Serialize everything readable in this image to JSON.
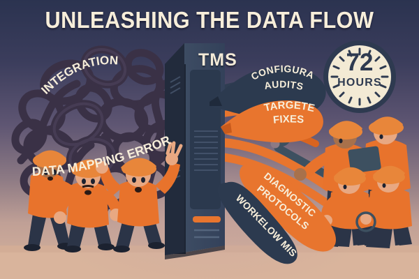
{
  "poster": {
    "title": "UNLEASHING THE DATA FLOW",
    "server_label": "TMS",
    "clock": {
      "number": "72",
      "unit": "HOURS"
    },
    "colors": {
      "title_text": "#f7eeda",
      "sky_top": "#2b3350",
      "sky_mid": "#8d7a84",
      "floor": "#d9b49c",
      "server_body": "#2b3murky",
      "server_dark": "#232b3d",
      "server_face": "#3b4a60",
      "cable_orange": "#e8752e",
      "cable_tangle": "#3a3146",
      "ribbon_dark": "#2c3a4f",
      "worker_shirt": "#e8732c",
      "worker_pants": "#2b3447",
      "helmet": "#e8863a",
      "skin_light": "#e8a882",
      "skin_dark": "#a8714b",
      "wrench": "#3d5060",
      "clock_face": "#f3ead4",
      "clock_rim": "#2e3a50"
    }
  },
  "chaos_labels": [
    {
      "id": "integration",
      "text": "INTEGRATION"
    },
    {
      "id": "data-mapping-errors",
      "text": "DATA MAPPING ERRORS"
    },
    {
      "id": "workflow-misalignments",
      "text": "WORKELOW MISALIGNMENTS"
    }
  ],
  "solution_labels": [
    {
      "id": "configuration-audits",
      "line1": "CONFIGURATION",
      "line2": "AUDITS"
    },
    {
      "id": "targeted-fixes",
      "line1": "TARGETED",
      "line2": "FIXES"
    },
    {
      "id": "diagnostic-protocols",
      "line1": "DIAGNOSTIC",
      "line2": "PROTOCOLS"
    }
  ],
  "scene": {
    "left_workers_count": "3",
    "right_workers_count": "4",
    "left_mood": "distressed",
    "right_mood": "calm"
  }
}
